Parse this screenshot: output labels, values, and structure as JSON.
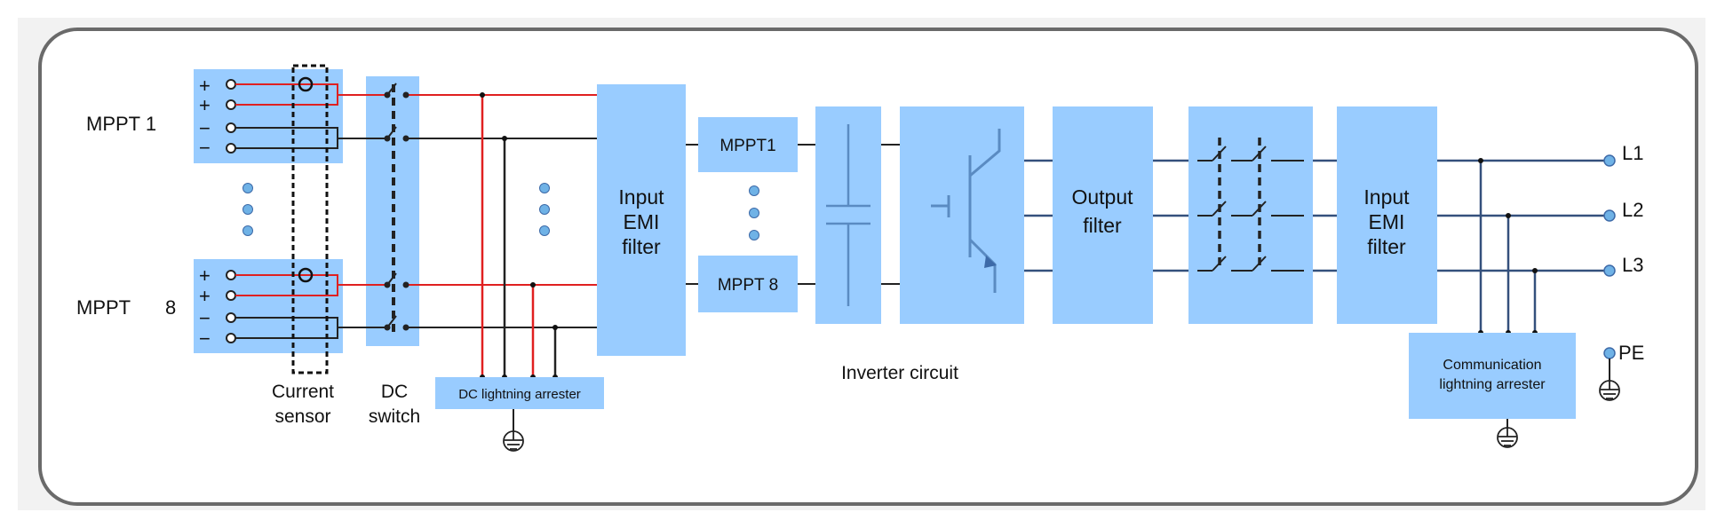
{
  "mppt_groups": {
    "first": {
      "label": "MPPT 1",
      "signs": [
        "+",
        "+",
        "−",
        "−"
      ]
    },
    "last": {
      "label": "MPPT",
      "number": "8",
      "signs": [
        "+",
        "+",
        "−",
        "−"
      ]
    }
  },
  "labels": {
    "current_sensor": [
      "Current",
      "sensor"
    ],
    "dc_switch": [
      "DC",
      "switch"
    ],
    "dc_arrester": "DC lightning arrester",
    "input_emi_1": [
      "Input",
      "EMI",
      "filter"
    ],
    "mppt_a": "MPPT1",
    "mppt_b": "MPPT 8",
    "inverter_circuit": "Inverter circuit",
    "output_filter": [
      "Output",
      "filter"
    ],
    "input_emi_2": [
      "Input",
      "EMI",
      "filter"
    ],
    "comm_arrester": [
      "Communication",
      "lightning arrester"
    ],
    "outputs": [
      "L1",
      "L2",
      "L3"
    ],
    "pe": "PE"
  },
  "colors": {
    "block": "#99ccff",
    "positive_wire": "#e02020",
    "negative_wire": "#222222",
    "ac_wire": "#34507c",
    "dot": "#6fb2e6",
    "frame": "#6a6a6a"
  }
}
